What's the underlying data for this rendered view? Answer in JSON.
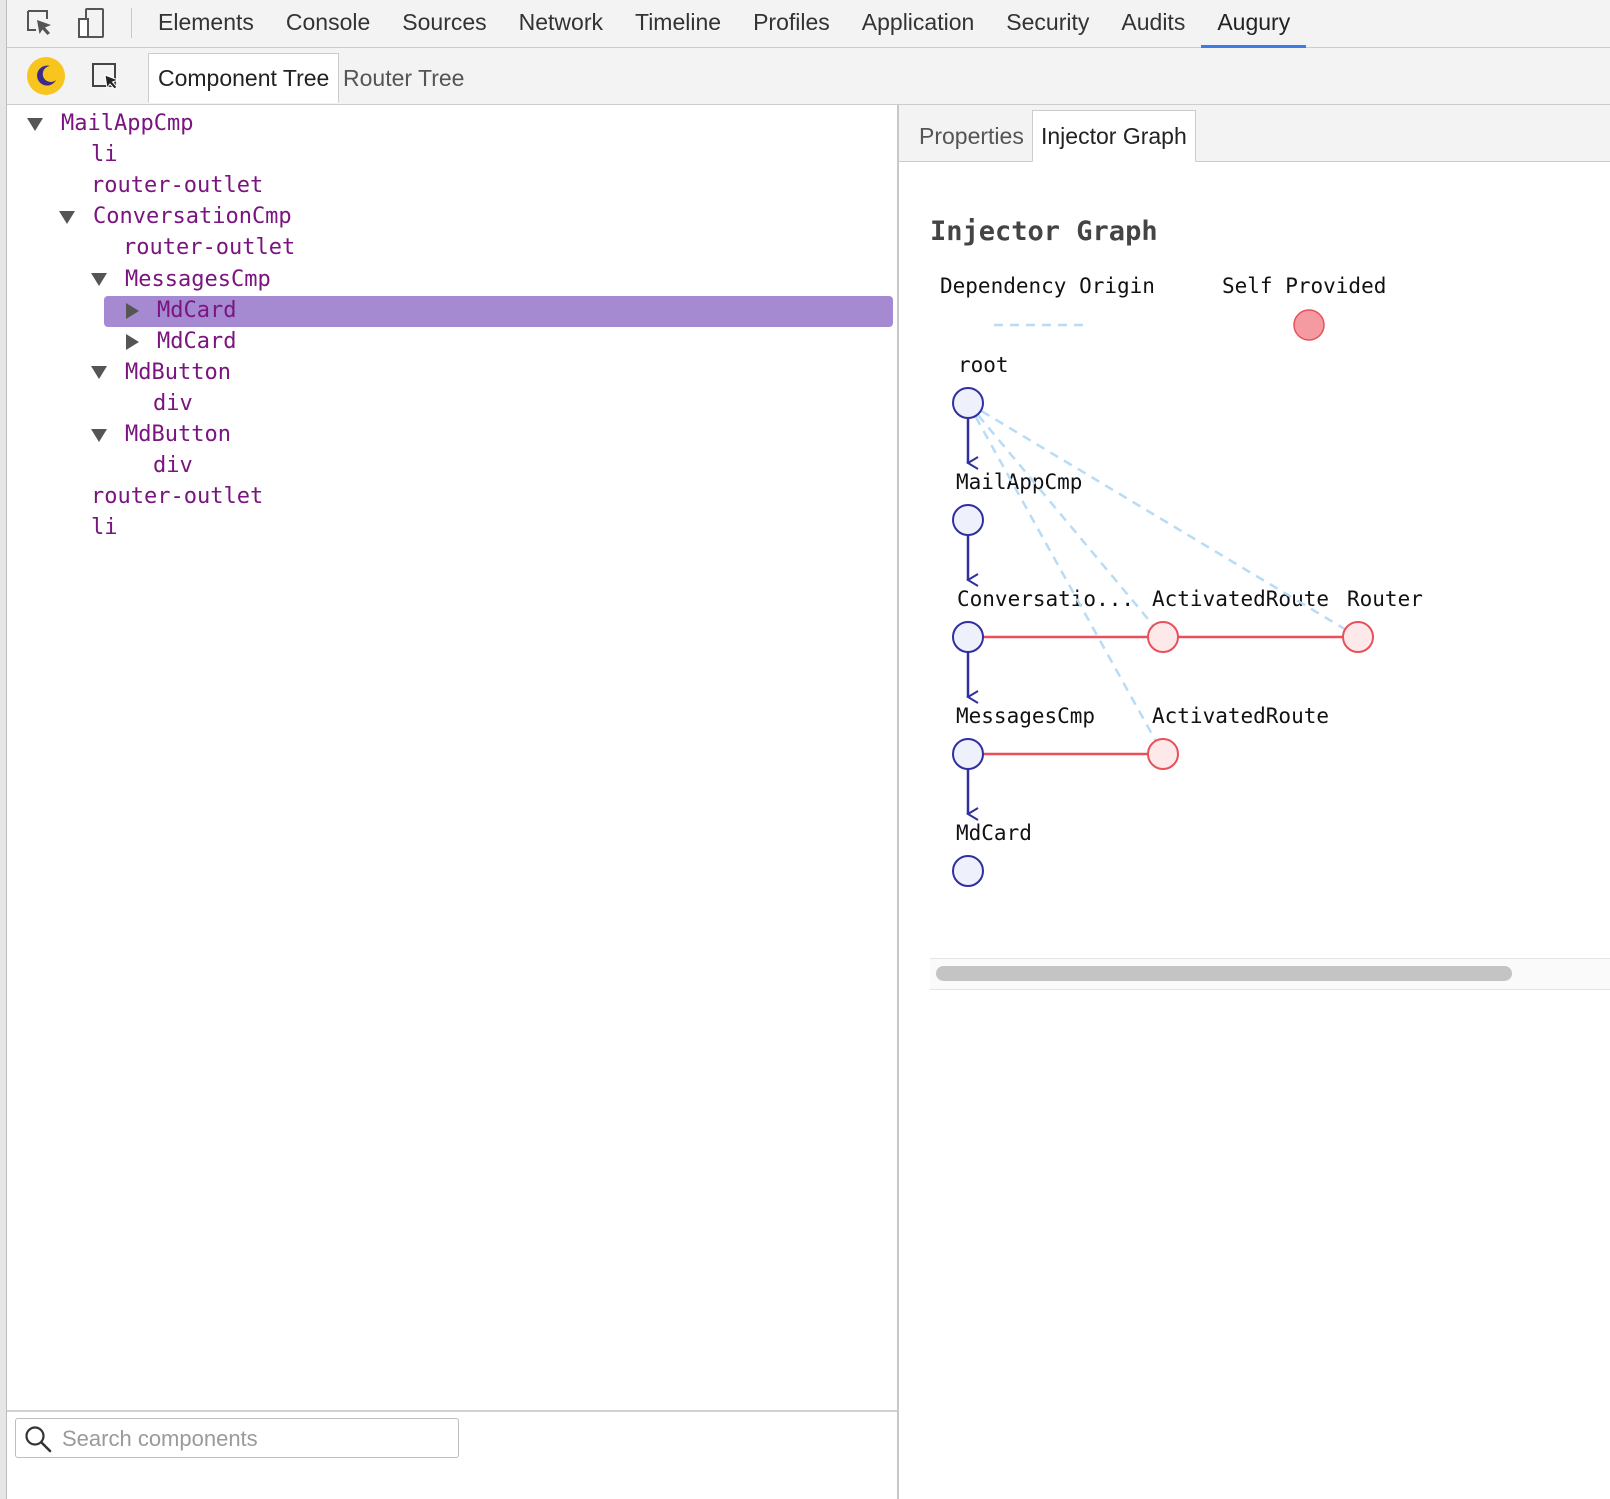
{
  "devtools": {
    "tabs": [
      {
        "label": "Elements"
      },
      {
        "label": "Console"
      },
      {
        "label": "Sources"
      },
      {
        "label": "Network"
      },
      {
        "label": "Timeline"
      },
      {
        "label": "Profiles"
      },
      {
        "label": "Application"
      },
      {
        "label": "Security"
      },
      {
        "label": "Audits"
      },
      {
        "label": "Augury"
      }
    ],
    "active_tab": "Augury"
  },
  "augury": {
    "view_tabs": [
      {
        "label": "Component Tree"
      },
      {
        "label": "Router Tree"
      }
    ],
    "active_view": "Component Tree",
    "theme_icon": "moon-icon",
    "accent_color": "#a58ad2"
  },
  "tree": {
    "rows": [
      {
        "label": "MailAppCmp",
        "caret": "down"
      },
      {
        "label": "li",
        "caret": ""
      },
      {
        "label": "router-outlet",
        "caret": ""
      },
      {
        "label": "ConversationCmp",
        "caret": "down"
      },
      {
        "label": "router-outlet",
        "caret": ""
      },
      {
        "label": "MessagesCmp",
        "caret": "down"
      },
      {
        "label": "MdCard",
        "caret": "right",
        "selected": true
      },
      {
        "label": "MdCard",
        "caret": "right"
      },
      {
        "label": "MdButton",
        "caret": "down"
      },
      {
        "label": "div",
        "caret": ""
      },
      {
        "label": "MdButton",
        "caret": "down"
      },
      {
        "label": "div",
        "caret": ""
      },
      {
        "label": "router-outlet",
        "caret": ""
      },
      {
        "label": "li",
        "caret": ""
      }
    ]
  },
  "search": {
    "placeholder": "Search components"
  },
  "details": {
    "tabs": [
      {
        "label": "Properties"
      },
      {
        "label": "Injector Graph"
      }
    ],
    "active_tab": "Injector Graph"
  },
  "graph": {
    "title": "Injector Graph",
    "legend": {
      "dependency_origin": "Dependency Origin",
      "self_provided": "Self Provided"
    },
    "component_nodes": [
      {
        "label": "root"
      },
      {
        "label": "MailAppCmp"
      },
      {
        "label": "Conversatio..."
      },
      {
        "label": "MessagesCmp"
      },
      {
        "label": "MdCard"
      }
    ],
    "provider_nodes": [
      {
        "label": "ActivatedRoute",
        "row": 2
      },
      {
        "label": "Router",
        "row": 2
      },
      {
        "label": "ActivatedRoute",
        "row": 3
      }
    ],
    "colors": {
      "component_stroke": "#2f2fa0",
      "component_fill": "#eef0fb",
      "provider_stroke": "#e8505b",
      "provider_fill": "#fde9ea",
      "dependency_line": "#b8dcf5",
      "self_provided_fill": "#f59aa0"
    }
  }
}
